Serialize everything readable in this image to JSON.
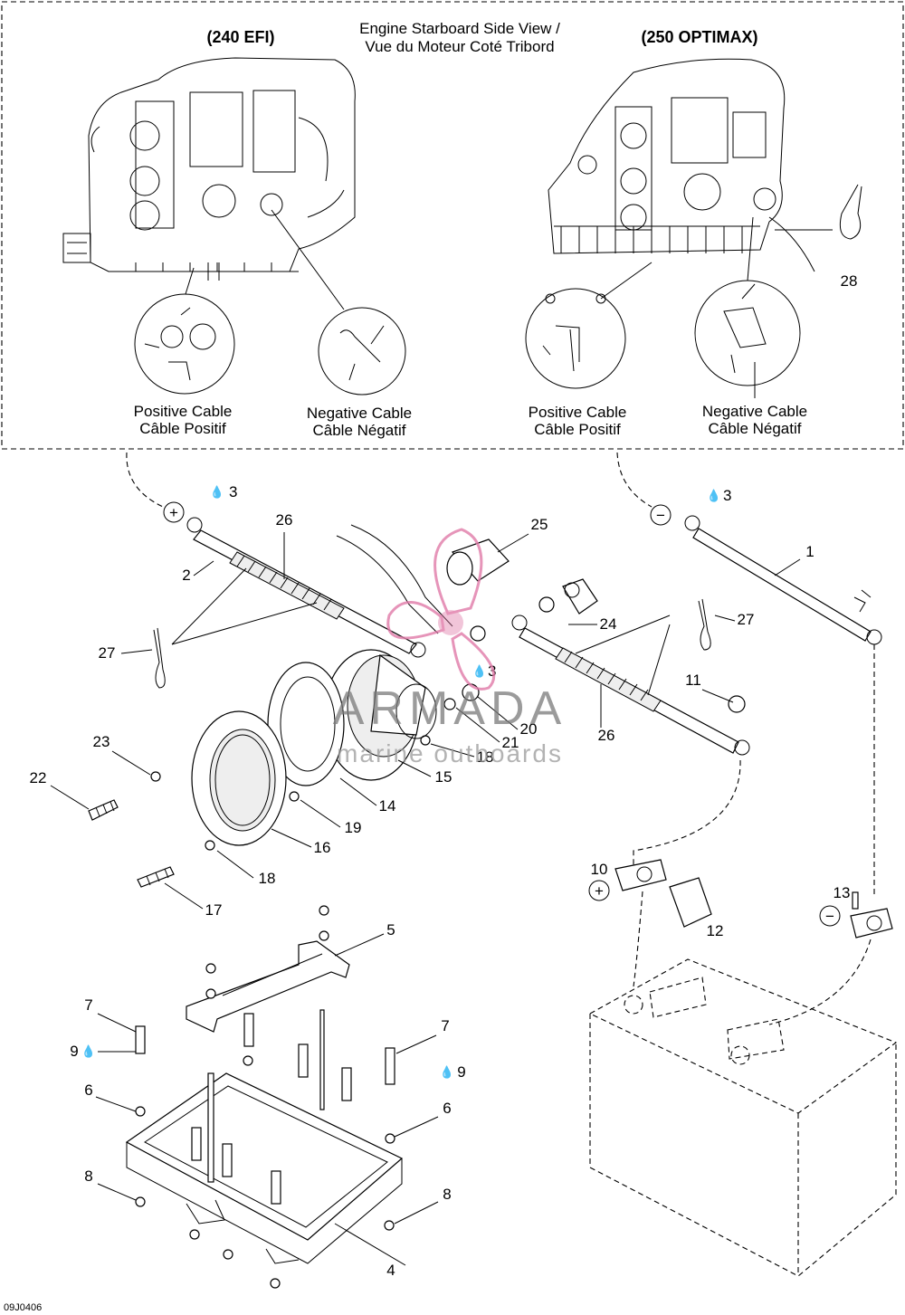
{
  "header": {
    "view_title_en": "Engine Starboard Side View /",
    "view_title_fr": "Vue du Moteur Coté Tribord",
    "left_model": "(240 EFI)",
    "right_model": "(250 OPTIMAX)"
  },
  "captions": {
    "positive_en": "Positive Cable",
    "positive_fr": "Câble Positif",
    "negative_en": "Negative Cable",
    "negative_fr": "Câble Négatif"
  },
  "symbols": {
    "plus": "+",
    "minus": "−",
    "drop": "💧"
  },
  "callouts": {
    "c1": "1",
    "c2": "2",
    "c3a": "3",
    "c3b": "3",
    "c3c": "3",
    "c4": "4",
    "c5": "5",
    "c6a": "6",
    "c6b": "6",
    "c7a": "7",
    "c7b": "7",
    "c8a": "8",
    "c8b": "8",
    "c9a": "9",
    "c9b": "9",
    "c10": "10",
    "c11": "11",
    "c12": "12",
    "c13": "13",
    "c14": "14",
    "c15": "15",
    "c16": "16",
    "c17": "17",
    "c18a": "18",
    "c18b": "18",
    "c19": "19",
    "c20": "20",
    "c21": "21",
    "c22": "22",
    "c23": "23",
    "c24": "24",
    "c25": "25",
    "c26a": "26",
    "c26b": "26",
    "c27a": "27",
    "c27b": "27",
    "c28": "28"
  },
  "watermark": {
    "brand": "ARMADA",
    "tagline": "marine outboards"
  },
  "footer": {
    "drawing_code": "09J0406"
  },
  "colors": {
    "line": "#000000",
    "watermark_pink": "#e07aa8",
    "watermark_gray": "#7a7a7a"
  }
}
